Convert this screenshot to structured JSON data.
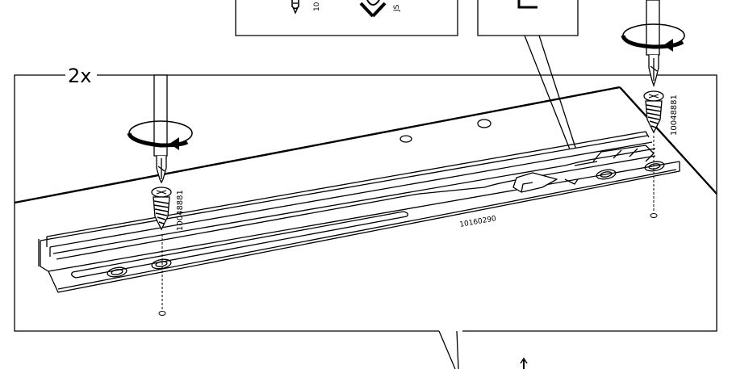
{
  "multiplier": "2x",
  "rail": {
    "part_number": "10160290"
  },
  "screws": {
    "left": {
      "part_number": "10048881"
    },
    "right": {
      "part_number": "10048881"
    }
  },
  "top_callouts": {
    "left_fragment": "10",
    "mid_fragment": "JS"
  },
  "colors": {
    "ink": "#000000",
    "paper": "#ffffff"
  },
  "icons": [
    "screwdriver-icon",
    "rotation-arrow-icon",
    "screw-icon",
    "no-symbol-icon"
  ]
}
